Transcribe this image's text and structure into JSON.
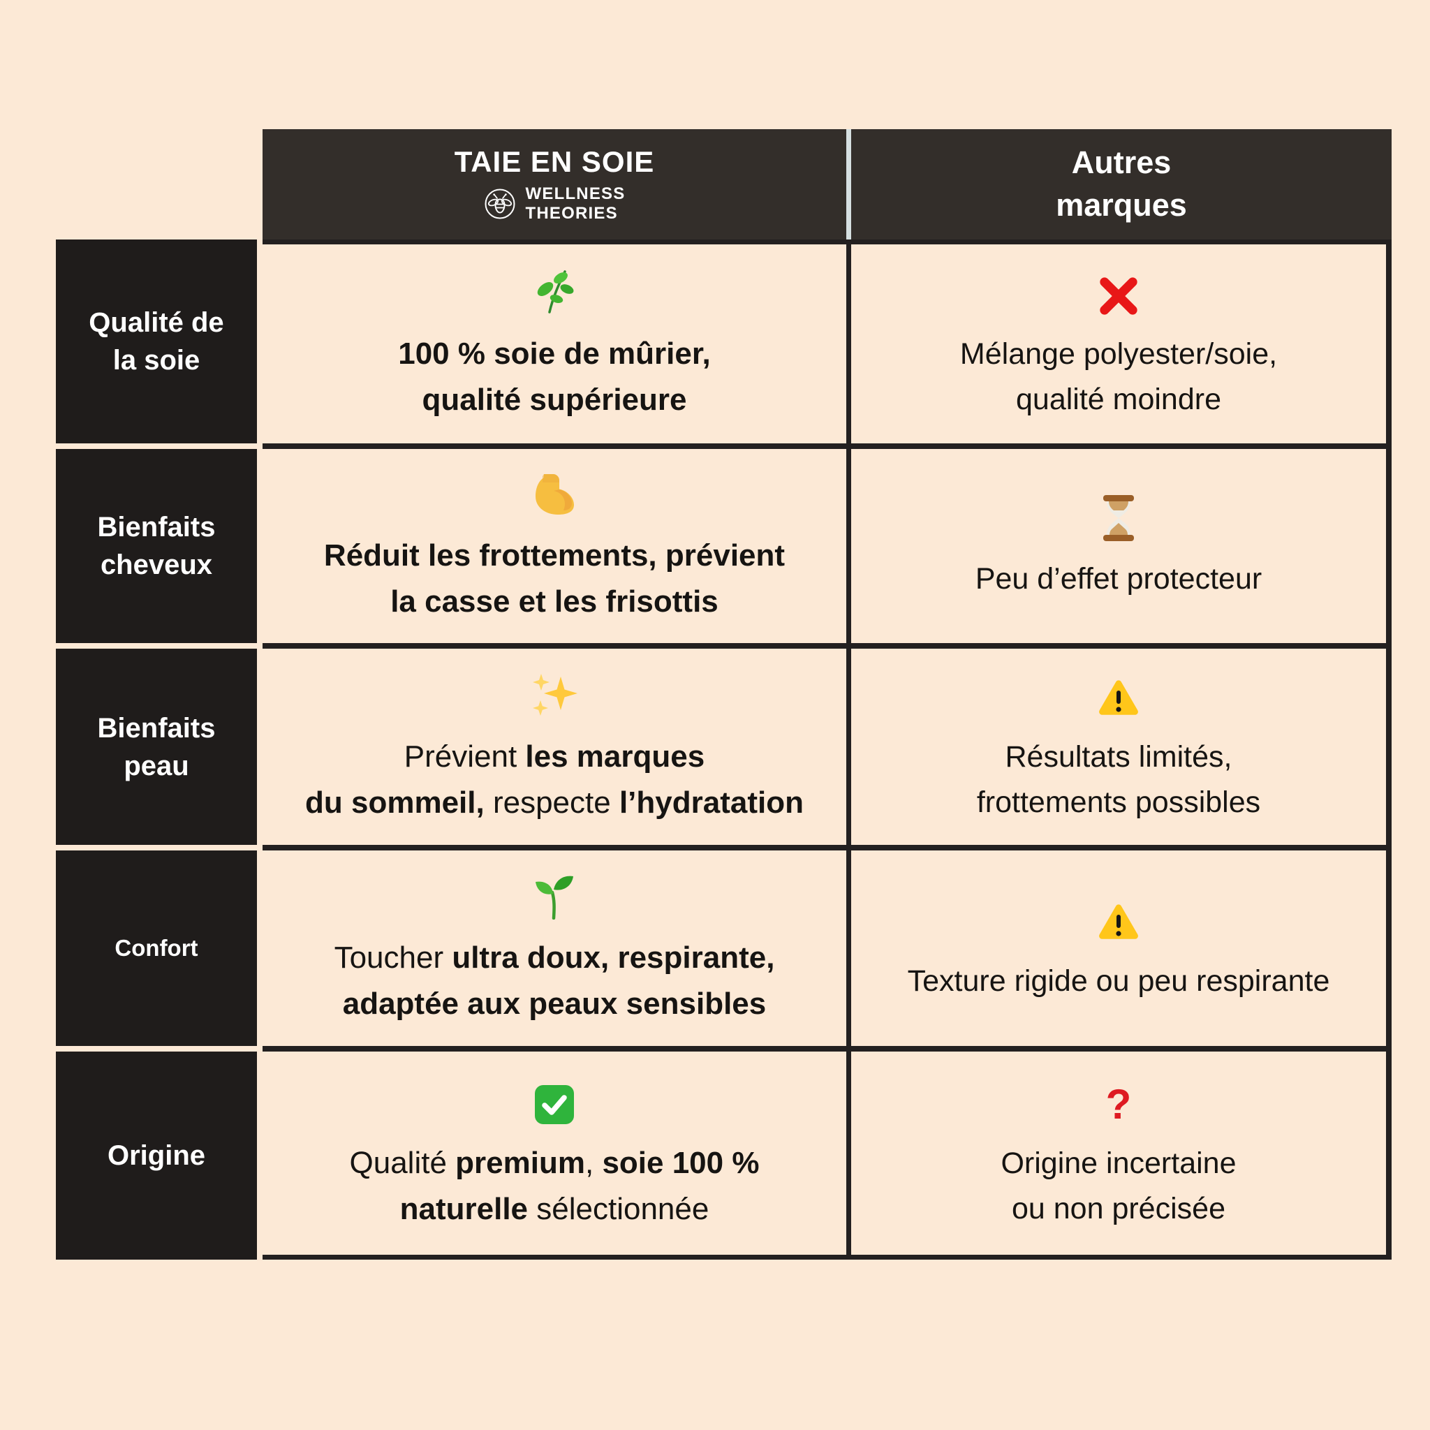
{
  "colors": {
    "page_bg": "#FCE9D6",
    "label_bg": "#1F1C1B",
    "header_bg": "#332E2A",
    "grid_line": "#232020",
    "header_divider": "#D6E0E1",
    "text_dark": "#161412",
    "text_light": "#FFFFFF",
    "cross_red": "#E81717",
    "warning_yellow": "#FFC61A",
    "check_green": "#2FB43C",
    "question_red": "#DE1A22"
  },
  "header": {
    "brand": {
      "title": "TAIE EN SOIE",
      "logo_icon": "bee-in-circle",
      "logo_line1": "WELLNESS",
      "logo_line2": "THEORIES"
    },
    "others": {
      "title": "Autres\nmarques"
    }
  },
  "rows": [
    {
      "label": "Qualité de\nla soie",
      "brand": {
        "icon": "herb-emoji",
        "segments": [
          {
            "text": "100 % soie de mûrier,\nqualité supérieure",
            "bold": true
          }
        ]
      },
      "others": {
        "icon": "cross-mark-emoji",
        "segments": [
          {
            "text": "Mélange polyester/soie,\nqualité moindre",
            "bold": false
          }
        ]
      }
    },
    {
      "label": "Bienfaits\ncheveux",
      "brand": {
        "icon": "flexed-biceps-emoji",
        "segments": [
          {
            "text": "Réduit les frottements, prévient\nla casse et les frisottis",
            "bold": true
          }
        ]
      },
      "others": {
        "icon": "hourglass-emoji",
        "segments": [
          {
            "text": "Peu d’effet protecteur",
            "bold": false
          }
        ]
      }
    },
    {
      "label": "Bienfaits\npeau",
      "brand": {
        "icon": "sparkles-emoji",
        "segments": [
          {
            "text": "Prévient ",
            "bold": false
          },
          {
            "text": "les marques\ndu sommeil,",
            "bold": true
          },
          {
            "text": " respecte ",
            "bold": false
          },
          {
            "text": "l’hydratation",
            "bold": true
          }
        ]
      },
      "others": {
        "icon": "warning-emoji",
        "segments": [
          {
            "text": "Résultats limités,\nfrottements possibles",
            "bold": false
          }
        ]
      }
    },
    {
      "label": "Confort",
      "brand": {
        "icon": "seedling-emoji",
        "segments": [
          {
            "text": "Toucher ",
            "bold": false
          },
          {
            "text": "ultra doux, respirante,\nadaptée aux peaux sensibles",
            "bold": true
          }
        ]
      },
      "others": {
        "icon": "warning-emoji",
        "segments": [
          {
            "text": "Texture rigide ou peu respirante",
            "bold": false
          }
        ]
      }
    },
    {
      "label": "Origine",
      "brand": {
        "icon": "check-mark-button-emoji",
        "segments": [
          {
            "text": "Qualité ",
            "bold": false
          },
          {
            "text": "premium",
            "bold": true
          },
          {
            "text": ", ",
            "bold": false
          },
          {
            "text": "soie 100 %\nnaturelle",
            "bold": true
          },
          {
            "text": " sélectionnée",
            "bold": false
          }
        ]
      },
      "others": {
        "icon": "red-question-mark-emoji",
        "segments": [
          {
            "text": "Origine incertaine\nou non précisée",
            "bold": false
          }
        ]
      }
    }
  ]
}
